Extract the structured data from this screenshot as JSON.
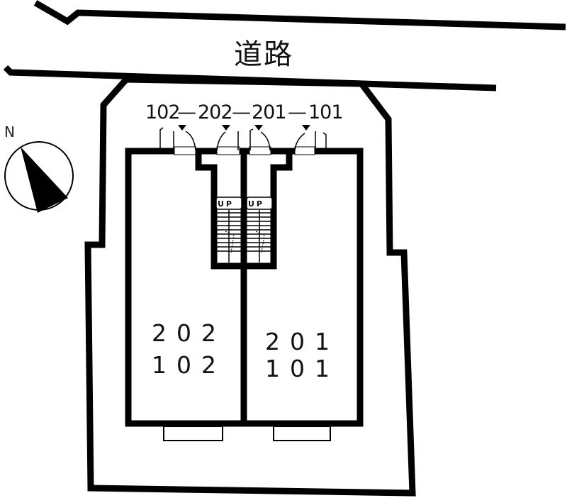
{
  "road": {
    "label": "道路"
  },
  "compass": {
    "north_label": "N",
    "icon": "north-arrow-icon"
  },
  "entrance_labels": {
    "separator": "—",
    "units": [
      "102",
      "202",
      "201",
      "101"
    ]
  },
  "stairs": {
    "left_label": "UP",
    "right_label": "UP"
  },
  "units": {
    "left": {
      "upper": "202",
      "lower": "102"
    },
    "right": {
      "upper": "201",
      "lower": "101"
    }
  },
  "colors": {
    "line": "#000000",
    "background": "#ffffff"
  }
}
